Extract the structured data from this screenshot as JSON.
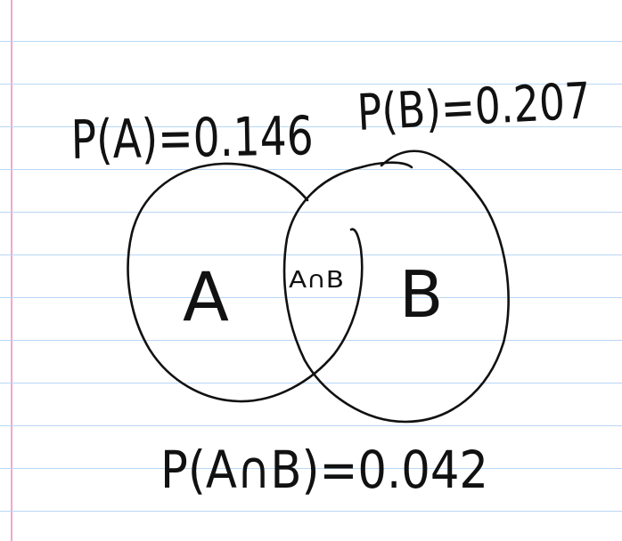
{
  "notebook": {
    "rule_color": "#b8d7f4",
    "margin_color": "#f2a6cf",
    "ink_color": "#111111"
  },
  "probabilities": {
    "p_a": "P(A)=0.146",
    "p_b": "P(B)=0.207",
    "p_a_and_b": "P(A∩B)=0.042"
  },
  "venn": {
    "set_a_label": "A",
    "set_b_label": "B",
    "intersection_label": "A∩B"
  }
}
